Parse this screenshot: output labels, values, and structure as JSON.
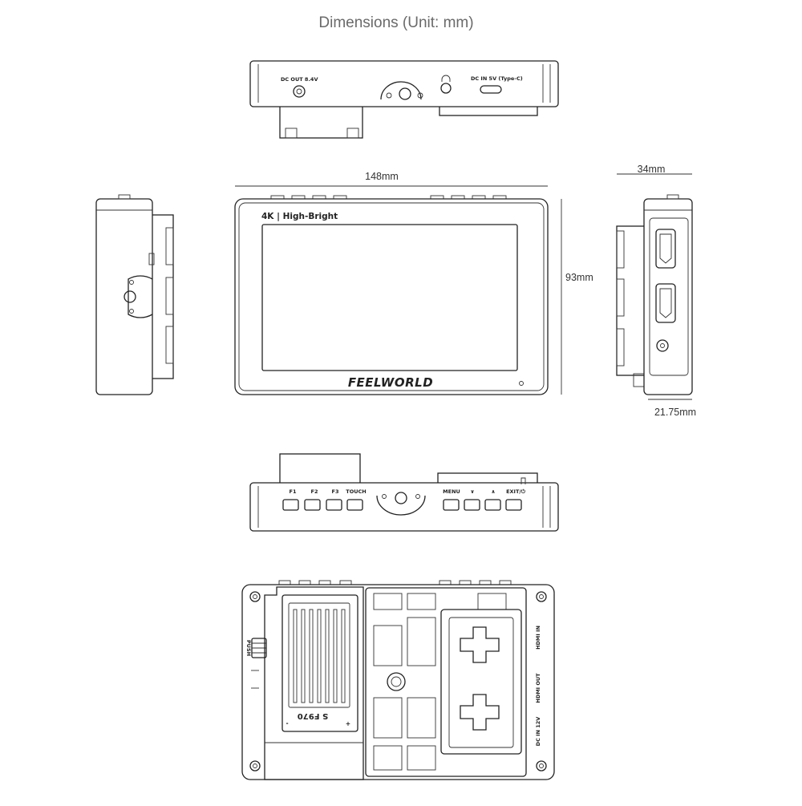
{
  "title": "Dimensions (Unit: mm)",
  "dimensions": {
    "width": "148mm",
    "height": "93mm",
    "depth": "34mm",
    "body_depth": "21.75mm"
  },
  "top_view": {
    "dc_out": "DC OUT 8.4V",
    "dc_in": "DC IN 5V (Type-C)"
  },
  "front_view": {
    "badge": "4K | High-Bright",
    "brand": "FEELWORLD"
  },
  "bottom_view": {
    "buttons": [
      "F1",
      "F2",
      "F3",
      "TOUCH",
      "MENU",
      "∨",
      "∧",
      "EXIT/⏻"
    ]
  },
  "back_view": {
    "push": "PUSH",
    "battery_model": "S F970",
    "plus": "+",
    "minus": "-",
    "hdmi_in": "HDMI IN",
    "hdmi_out": "HDMI OUT",
    "dc_in": "DC IN 12V"
  },
  "colors": {
    "line": "#222222",
    "title": "#6a6a6a",
    "background": "#ffffff"
  }
}
